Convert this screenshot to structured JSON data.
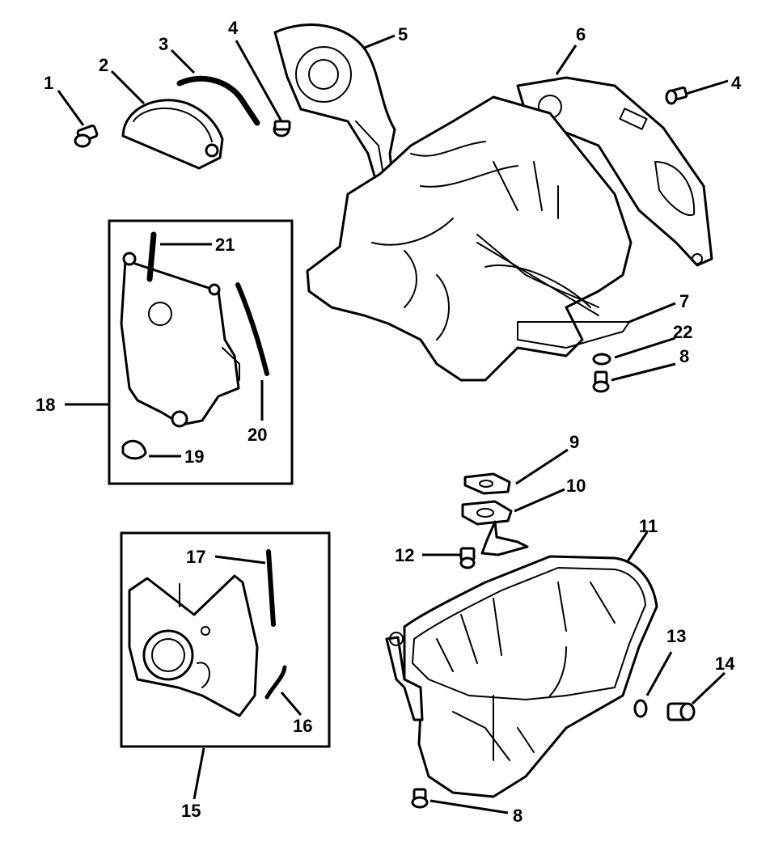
{
  "callouts": {
    "c1": "1",
    "c2": "2",
    "c3": "3",
    "c4a": "4",
    "c4b": "4",
    "c5": "5",
    "c6": "6",
    "c7": "7",
    "c8a": "8",
    "c8b": "8",
    "c9": "9",
    "c10": "10",
    "c11": "11",
    "c12": "12",
    "c13": "13",
    "c14": "14",
    "c15": "15",
    "c16": "16",
    "c17": "17",
    "c18": "18",
    "c19": "19",
    "c20": "20",
    "c21": "21",
    "c22": "22"
  }
}
